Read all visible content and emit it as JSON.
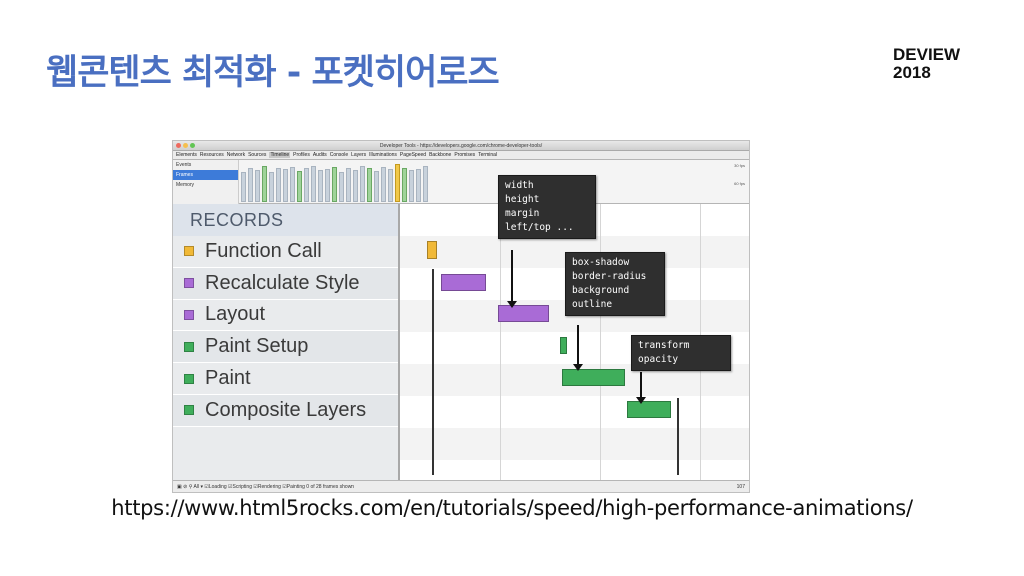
{
  "slide": {
    "title": "웹콘텐츠 최적화 - 포켓히어로즈",
    "brand_line1": "DEVIEW",
    "brand_line2": "2018",
    "url": "https://www.html5rocks.com/en/tutorials/speed/high-performance-animations/"
  },
  "devtools": {
    "window_title": "Developer Tools - https://developers.google.com/chrome-developer-tools/",
    "tabs": [
      "Elements",
      "Resources",
      "Network",
      "Sources",
      "Timeline",
      "Profiles",
      "Audits",
      "Console",
      "Layers",
      "Illuminations",
      "PageSpeed",
      "Backbone",
      "Promises",
      "Terminal"
    ],
    "active_tab": "Timeline",
    "overview_items": [
      "Events",
      "Frames",
      "Memory"
    ],
    "selected_overview_item": "Frames",
    "fps_labels": [
      "30 fps",
      "60 fps"
    ],
    "records_header": "RECORDS",
    "records": [
      {
        "label": "Function Call",
        "color": "#f1b937"
      },
      {
        "label": "Recalculate Style",
        "color": "#a96bd6"
      },
      {
        "label": "Layout",
        "color": "#a96bd6"
      },
      {
        "label": "Paint Setup",
        "color": "#3fae5b"
      },
      {
        "label": "Paint",
        "color": "#3fae5b"
      },
      {
        "label": "Composite Layers",
        "color": "#3fae5b"
      }
    ],
    "tooltips": [
      {
        "lines": [
          "width",
          "height",
          "margin",
          "left/top ..."
        ]
      },
      {
        "lines": [
          "box-shadow",
          "border-radius",
          "background",
          "outline"
        ]
      },
      {
        "lines": [
          "transform",
          "opacity"
        ]
      }
    ],
    "statusbar": {
      "filter_all": "All",
      "checks": [
        "Loading",
        "Scripting",
        "Rendering",
        "Painting"
      ],
      "frames_shown": "0 of 28 frames shown",
      "count": "107"
    }
  }
}
